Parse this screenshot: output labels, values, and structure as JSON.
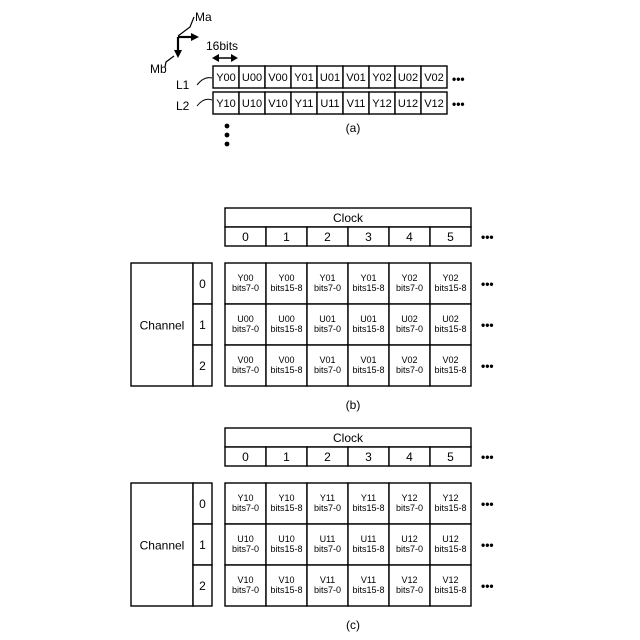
{
  "panel_a": {
    "axis_main": "Ma",
    "axis_sub": "Mb",
    "bit_width": "16bits",
    "rows": [
      {
        "label": "L1",
        "cells": [
          "Y00",
          "U00",
          "V00",
          "Y01",
          "U01",
          "V01",
          "Y02",
          "U02",
          "V02"
        ]
      },
      {
        "label": "L2",
        "cells": [
          "Y10",
          "U10",
          "V10",
          "Y11",
          "U11",
          "V11",
          "Y12",
          "U12",
          "V12"
        ]
      }
    ],
    "caption": "(a)"
  },
  "panels": [
    {
      "caption": "(b)",
      "clock_label": "Clock",
      "clock_ticks": [
        "0",
        "1",
        "2",
        "3",
        "4",
        "5"
      ],
      "channel_label": "Channel",
      "channels": [
        "0",
        "1",
        "2"
      ],
      "cells": [
        [
          [
            "Y00",
            "bits7-0"
          ],
          [
            "Y00",
            "bits15-8"
          ],
          [
            "Y01",
            "bits7-0"
          ],
          [
            "Y01",
            "bits15-8"
          ],
          [
            "Y02",
            "bits7-0"
          ],
          [
            "Y02",
            "bits15-8"
          ]
        ],
        [
          [
            "U00",
            "bits7-0"
          ],
          [
            "U00",
            "bits15-8"
          ],
          [
            "U01",
            "bits7-0"
          ],
          [
            "U01",
            "bits15-8"
          ],
          [
            "U02",
            "bits7-0"
          ],
          [
            "U02",
            "bits15-8"
          ]
        ],
        [
          [
            "V00",
            "bits7-0"
          ],
          [
            "V00",
            "bits15-8"
          ],
          [
            "V01",
            "bits7-0"
          ],
          [
            "V01",
            "bits15-8"
          ],
          [
            "V02",
            "bits7-0"
          ],
          [
            "V02",
            "bits15-8"
          ]
        ]
      ]
    },
    {
      "caption": "(c)",
      "clock_label": "Clock",
      "clock_ticks": [
        "0",
        "1",
        "2",
        "3",
        "4",
        "5"
      ],
      "channel_label": "Channel",
      "channels": [
        "0",
        "1",
        "2"
      ],
      "cells": [
        [
          [
            "Y10",
            "bits7-0"
          ],
          [
            "Y10",
            "bits15-8"
          ],
          [
            "Y11",
            "bits7-0"
          ],
          [
            "Y11",
            "bits15-8"
          ],
          [
            "Y12",
            "bits7-0"
          ],
          [
            "Y12",
            "bits15-8"
          ]
        ],
        [
          [
            "U10",
            "bits7-0"
          ],
          [
            "U10",
            "bits15-8"
          ],
          [
            "U11",
            "bits7-0"
          ],
          [
            "U11",
            "bits15-8"
          ],
          [
            "U12",
            "bits7-0"
          ],
          [
            "U12",
            "bits15-8"
          ]
        ],
        [
          [
            "V10",
            "bits7-0"
          ],
          [
            "V10",
            "bits15-8"
          ],
          [
            "V11",
            "bits7-0"
          ],
          [
            "V11",
            "bits15-8"
          ],
          [
            "V12",
            "bits7-0"
          ],
          [
            "V12",
            "bits15-8"
          ]
        ]
      ]
    }
  ],
  "continuation": "•••"
}
